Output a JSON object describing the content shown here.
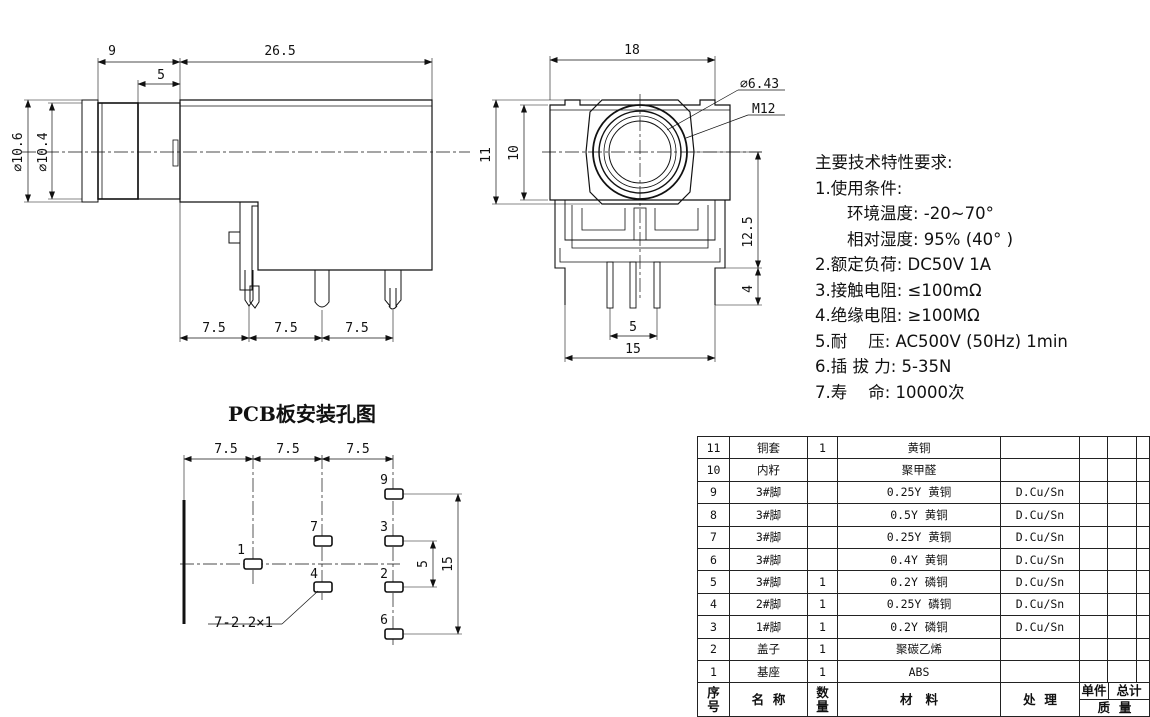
{
  "side_view": {
    "dims": [
      "9",
      "26.5",
      "5",
      "⌀10.6",
      "⌀10.4",
      "7.5",
      "7.5",
      "7.5"
    ]
  },
  "front_view": {
    "dims": [
      "18",
      "⌀6.43",
      "M12",
      "11",
      "10",
      "12.5",
      "4",
      "5",
      "15"
    ]
  },
  "requirements": {
    "title": "主要技术特性要求:",
    "lines": [
      "1.使用条件:",
      "环境温度: -20~70°",
      "相对湿度: 95% (40° )",
      "2.额定负荷: DC50V 1A",
      "3.接触电阻: ≤100mΩ",
      "4.绝缘电阻: ≥100MΩ",
      "5.耐    压: AC500V (50Hz) 1min",
      "6.插 拔 力: 5-35N",
      "7.寿    命: 10000次"
    ]
  },
  "pcb": {
    "title": "PCB板安装孔图",
    "dims": [
      "7.5",
      "7.5",
      "7.5",
      "5",
      "15"
    ],
    "pin_labels": [
      "9",
      "7",
      "3",
      "1",
      "4",
      "2",
      "6"
    ],
    "hole_note": "7-2.2×1"
  },
  "bom": {
    "rows": [
      {
        "no": "11",
        "name": "铜套",
        "qty": "1",
        "material": "黄铜",
        "finish": ""
      },
      {
        "no": "10",
        "name": "内籽",
        "qty": "",
        "material": "聚甲醛",
        "finish": ""
      },
      {
        "no": "9",
        "name": "3#脚",
        "qty": "",
        "material": "0.25Y 黄铜",
        "finish": "D.Cu/Sn"
      },
      {
        "no": "8",
        "name": "3#脚",
        "qty": "",
        "material": "0.5Y 黄铜",
        "finish": "D.Cu/Sn"
      },
      {
        "no": "7",
        "name": "3#脚",
        "qty": "",
        "material": "0.25Y 黄铜",
        "finish": "D.Cu/Sn"
      },
      {
        "no": "6",
        "name": "3#脚",
        "qty": "",
        "material": "0.4Y 黄铜",
        "finish": "D.Cu/Sn"
      },
      {
        "no": "5",
        "name": "3#脚",
        "qty": "1",
        "material": "0.2Y 磷铜",
        "finish": "D.Cu/Sn"
      },
      {
        "no": "4",
        "name": "2#脚",
        "qty": "1",
        "material": "0.25Y 磷铜",
        "finish": "D.Cu/Sn"
      },
      {
        "no": "3",
        "name": "1#脚",
        "qty": "1",
        "material": "0.2Y 磷铜",
        "finish": "D.Cu/Sn"
      },
      {
        "no": "2",
        "name": "盖子",
        "qty": "1",
        "material": "聚碳乙烯",
        "finish": ""
      },
      {
        "no": "1",
        "name": "基座",
        "qty": "1",
        "material": "ABS",
        "finish": ""
      }
    ],
    "header": {
      "no": "序\n号",
      "name": "名  称",
      "qty": "数\n量",
      "material": "材   料",
      "finish": "处  理",
      "unit_weight": "单件",
      "total_weight": "总计",
      "weight": "质  量"
    }
  }
}
